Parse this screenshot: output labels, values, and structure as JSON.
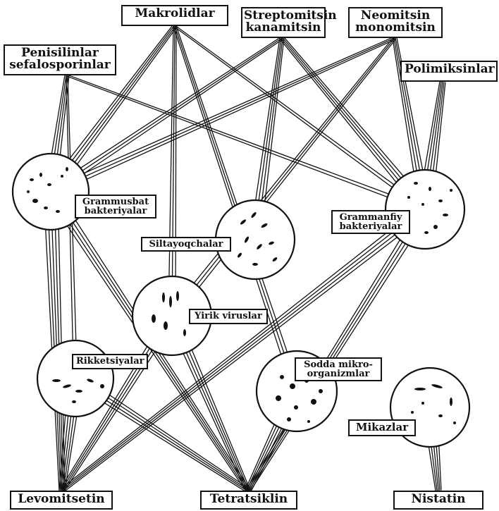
{
  "antibiotics": {
    "makrolidlar": "Makrolidlar",
    "streptomitsin_l1": "Streptomitsin",
    "streptomitsin_l2": "kanamitsin",
    "neomitsin_l1": "Neomitsin",
    "neomitsin_l2": "monomitsin",
    "penisilinlar_l1": "Penisilinlar",
    "penisilinlar_l2": "sefalosporinlar",
    "polimiksinlar": "Polimiksinlar",
    "levomitsetin": "Levomitsetin",
    "tetratsiklin": "Tetratsiklin",
    "nistatin": "Nistatin"
  },
  "organisms": {
    "grammusbat_l1": "Grammusbat",
    "grammusbat_l2": "bakteriyalar",
    "grammanfiy_l1": "Grammanfiy",
    "grammanfiy_l2": "bakteriyalar",
    "siltayoqchalar": "Siltayoqchalar",
    "yirik_viruslar": "Yirik viruslar",
    "rikketsiyalar": "Rikketsiyalar",
    "sodda_l1": "Sodda mikro-",
    "sodda_l2": "organizmlar",
    "mikazlar": "Mikazlar"
  }
}
